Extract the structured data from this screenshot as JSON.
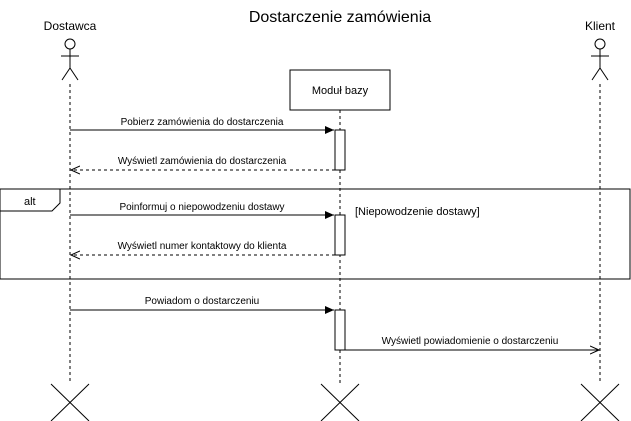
{
  "diagram": {
    "title": "Dostarczenie zamówienia",
    "actors": {
      "supplier": "Dostawca",
      "client": "Klient"
    },
    "participant": {
      "name": "Moduł bazy"
    },
    "messages": {
      "m1": "Pobierz zamówienia do dostarczenia",
      "m2": "Wyświetl zamówienia do dostarczenia",
      "m3": "Poinformuj o niepowodzeniu dostawy",
      "m4": "Wyświetl numer kontaktowy do klienta",
      "m5": "Powiadom o dostarczeniu",
      "m6": "Wyświetl powiadomienie o dostarczeniu"
    },
    "fragment": {
      "operator": "alt",
      "guard": "[Niepowodzenie dostawy]"
    }
  }
}
